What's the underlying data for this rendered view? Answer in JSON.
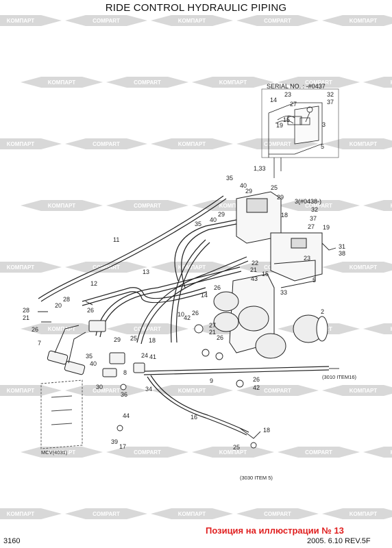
{
  "title": "RIDE CONTROL HYDRAULIC PIPING",
  "page_number": "3160",
  "position_note": "Позиция на иллюстрации № 13",
  "date_rev": "2005. 6.10  REV.5F",
  "serial_no": "SERIAL NO. : -#0437",
  "serial_alt": "3(#0438-)",
  "watermark": {
    "text_a": "KOMПAPT",
    "text_b": "COMPART",
    "color": "#d4d4d4"
  },
  "references": {
    "mcv": "MCV(4031)",
    "ref_3010": "(3010 ITEM16)",
    "ref_3030": "(3030 ITEM 5)"
  },
  "callouts": {
    "c35a": "35",
    "c40a": "40",
    "c29a": "29",
    "c1_33": "1,33",
    "c25a": "25",
    "c29b": "29",
    "c18a": "18",
    "c40b": "40",
    "c29c": "29",
    "c35b": "35",
    "c11": "11",
    "c12": "12",
    "c13": "13",
    "c14": "14",
    "c22": "22",
    "c21a": "21",
    "c15": "15",
    "c43": "43",
    "c26a": "26",
    "c33": "33",
    "c2": "2",
    "c5b": "5",
    "c23b": "23",
    "c27b": "27",
    "c37b": "37",
    "c32b": "32",
    "c19b": "19",
    "c31": "31",
    "c38": "38",
    "c28a": "28",
    "c21b": "21",
    "c28b": "28",
    "c20": "20",
    "c26b": "26",
    "c26c": "26",
    "c7": "7",
    "c10": "10",
    "c42a": "42",
    "c26d": "26",
    "c27c": "27",
    "c21c": "21",
    "c26e": "26",
    "c29d": "29",
    "c25b": "25",
    "c18b": "18",
    "c35c": "35",
    "c40c": "40",
    "c24": "24",
    "c41": "41",
    "c8": "8",
    "c9": "9",
    "c26f": "26",
    "c42b": "42",
    "c30": "30",
    "c34": "34",
    "c36": "36",
    "c16": "16",
    "c44": "44",
    "c39": "39",
    "c17": "17",
    "c18c": "18",
    "c25c": "25",
    "i23": "23",
    "i32": "32",
    "i14": "14",
    "i27": "27",
    "i37": "37",
    "i15": "15",
    "i19": "19",
    "i3": "3",
    "i5": "5"
  }
}
